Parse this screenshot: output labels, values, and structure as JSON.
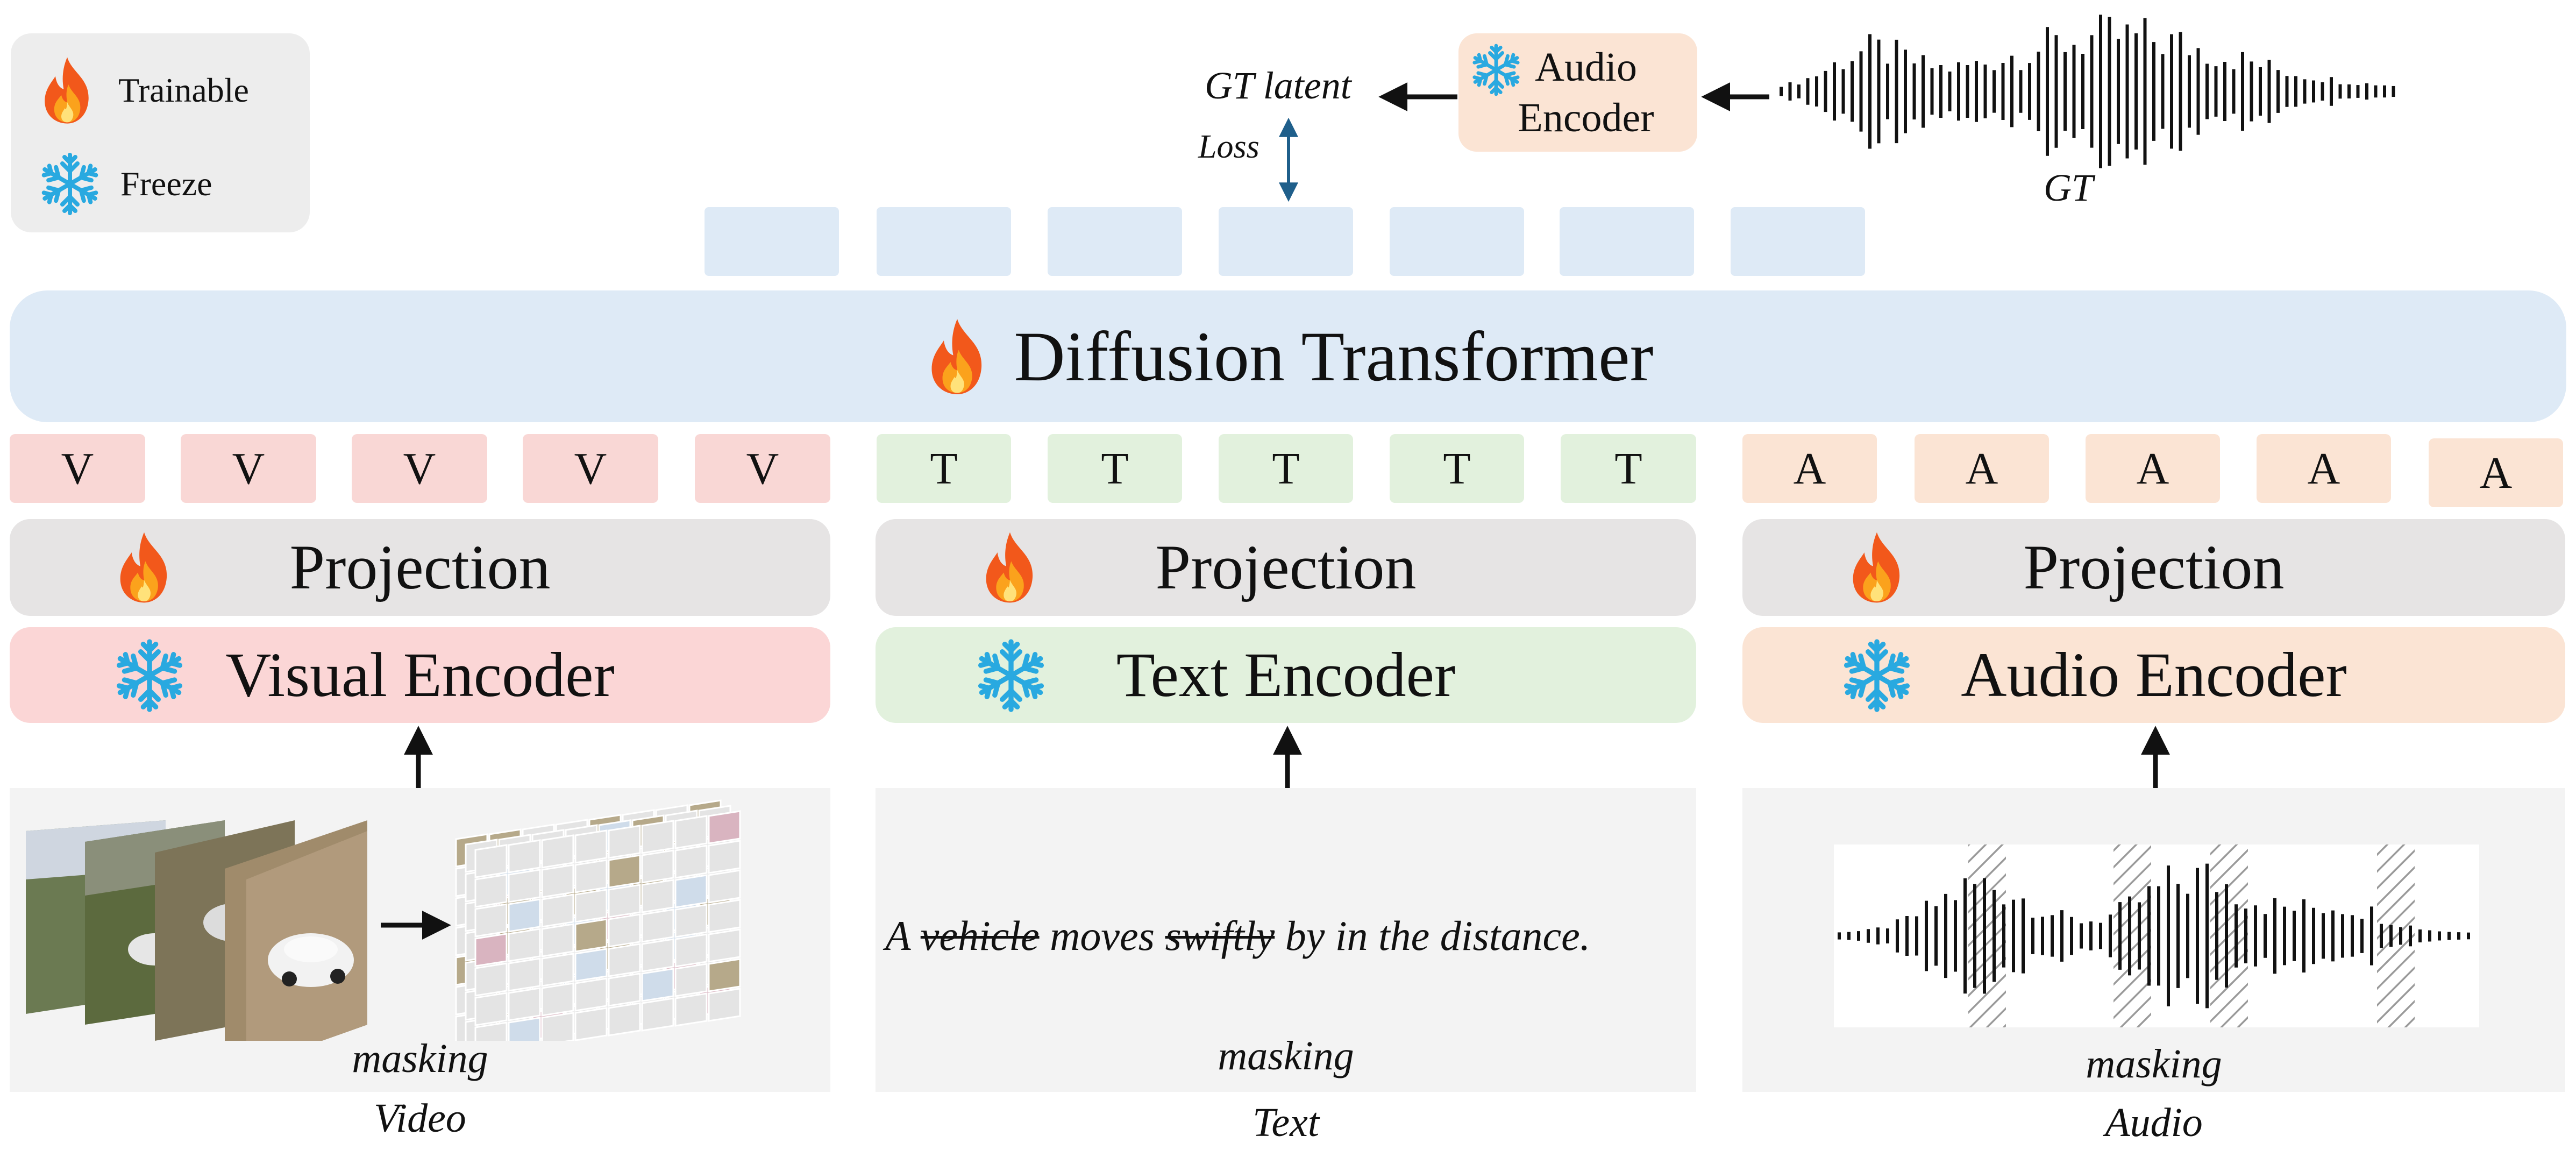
{
  "legend": {
    "trainable_label": "Trainable",
    "freeze_label": "Freeze",
    "trainable_icon": "fire-icon",
    "freeze_icon": "snowflake-icon"
  },
  "top": {
    "gt_latent_label": "GT latent",
    "loss_label": "Loss",
    "audio_encoder_label_line1": "Audio",
    "audio_encoder_label_line2": "Encoder",
    "gt_label": "GT"
  },
  "dit": {
    "title": "Diffusion Transformer"
  },
  "tokens": {
    "visual": [
      "V",
      "V",
      "V",
      "V",
      "V"
    ],
    "text": [
      "T",
      "T",
      "T",
      "T",
      "T"
    ],
    "audio": [
      "A",
      "A",
      "A",
      "A",
      "A"
    ]
  },
  "branches": {
    "visual": {
      "projection": "Projection",
      "encoder": "Visual Encoder",
      "masking": "masking",
      "modality": "Video"
    },
    "text": {
      "projection": "Projection",
      "encoder": "Text Encoder",
      "masking": "masking",
      "modality": "Text",
      "sentence": {
        "w1": "A ",
        "w2": "vehicle",
        "w3": " moves ",
        "w4": "swiftly",
        "w5": " by in the distance."
      }
    },
    "audio": {
      "projection": "Projection",
      "encoder": "Audio Encoder",
      "masking": "masking",
      "modality": "Audio"
    }
  },
  "colors": {
    "visual": "#f9d7d5",
    "text": "#e2f1dd",
    "audio": "#fbe4d4",
    "transformer": "#deeaf6",
    "projection": "#e6e4e4",
    "snow": "#29a9e0",
    "fire": "#f05a1a"
  }
}
